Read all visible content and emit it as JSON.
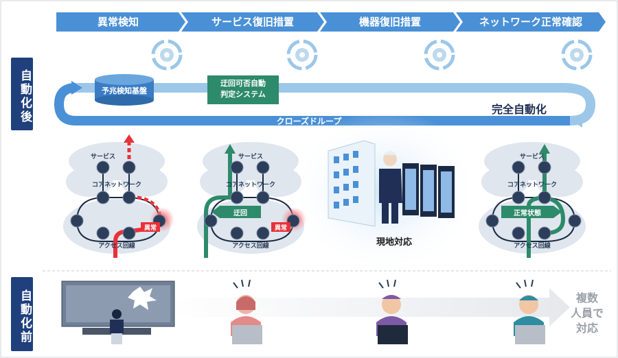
{
  "steps": [
    "異常検知",
    "サービス復旧措置",
    "機器復旧措置",
    "ネットワーク正常確認"
  ],
  "after_label": "自動化後",
  "before_label": "自動化前",
  "predictive_platform": "予兆検知基盤",
  "detour_system": [
    "迂回可否自動",
    "判定システム"
  ],
  "full_automation": "完全自動化",
  "closed_loop": "クローズドループ",
  "network": {
    "service": "サービス",
    "core": "コアネットワーク",
    "access": "アクセス回線",
    "abnormal": "異常",
    "detour": "迂回",
    "normal": "正常状態"
  },
  "onsite": "現地対応",
  "multi_staff": [
    "複数",
    "人員で",
    "対応"
  ],
  "colors": {
    "arrow_blue": "#4a90d6",
    "navy": "#1f3f7d",
    "green": "#2d8a6a",
    "alert_red": "#e8313a",
    "cloud": "#dfe6ee"
  }
}
